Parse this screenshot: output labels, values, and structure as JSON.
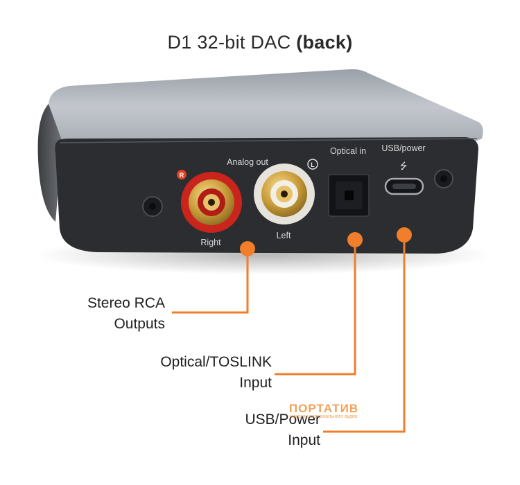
{
  "title": {
    "main": "D1 32-bit DAC",
    "emphasis": "(back)"
  },
  "device_labels": {
    "right_marker": "R",
    "left_marker": "L",
    "analog_out": "Analog out",
    "optical_in": "Optical in",
    "usb_power": "USB/power",
    "right": "Right",
    "left": "Left",
    "usb_symbol": "⭍"
  },
  "callouts": {
    "rca": {
      "line1": "Stereo RCA",
      "line2": "Outputs"
    },
    "optical": {
      "line1": "Optical/TOSLINK",
      "line2": "Input"
    },
    "usb": {
      "line1": "USB/Power",
      "line2": "Input"
    }
  },
  "watermark": {
    "main": "ПОРТАТИВ",
    "sub": "магазин персонального аудио"
  },
  "colors": {
    "accent": "#f07e2a",
    "body_top": "#b8bcc3",
    "front_panel": "#2b2d31",
    "rca_red": "#d42a22",
    "gold": "#d4a743"
  }
}
